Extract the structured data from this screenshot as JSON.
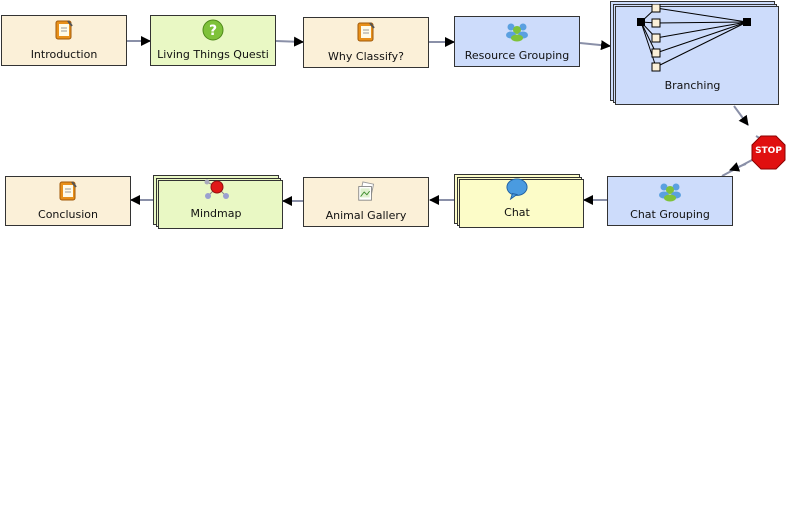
{
  "nodes": {
    "introduction": "Introduction",
    "living_things": "Living Things Questi",
    "why_classify": "Why Classify?",
    "resource_grouping": "Resource Grouping",
    "branching": "Branching",
    "chat_grouping": "Chat Grouping",
    "chat": "Chat",
    "animal_gallery": "Animal Gallery",
    "mindmap": "Mindmap",
    "conclusion": "Conclusion"
  },
  "stop_gate": {
    "label": "STOP",
    "color": "#e01010"
  },
  "icons": {
    "introduction": "notebook-icon",
    "living_things": "question-icon",
    "why_classify": "notebook-icon",
    "resource_grouping": "group-icon",
    "branching": "branching-diagram-icon",
    "chat_grouping": "group-icon",
    "chat": "speech-bubble-icon",
    "animal_gallery": "image-gallery-icon",
    "mindmap": "mindmap-icon",
    "conclusion": "notebook-icon"
  },
  "colors": {
    "tan": "#fbf0d8",
    "green": "#e9f8c4",
    "blue": "#cddcfb",
    "yellow": "#fcfcc8",
    "connector": "#8a90a8"
  }
}
